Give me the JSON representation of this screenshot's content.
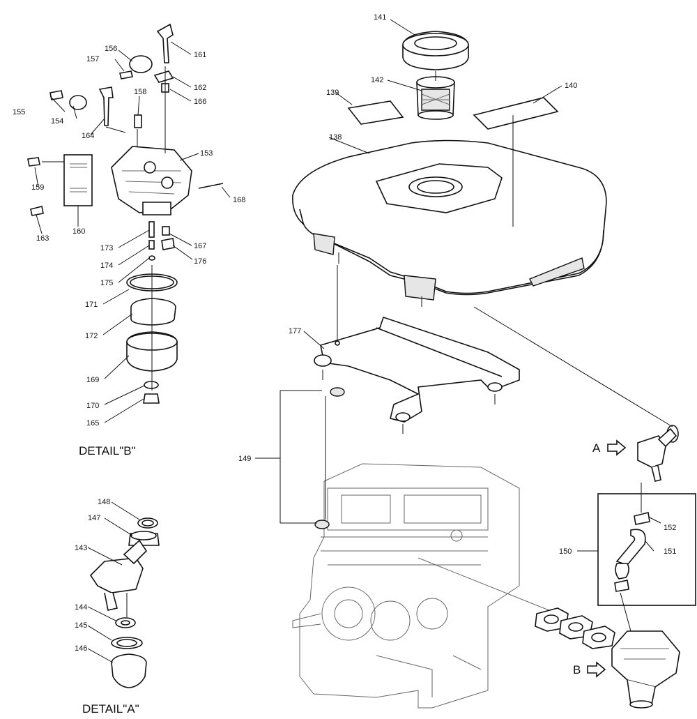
{
  "details": {
    "b_title": "DETAIL\"B\"",
    "a_title": "DETAIL\"A\"",
    "arrow_a": "A",
    "arrow_b": "B"
  },
  "labels": {
    "p138": "138",
    "p139": "139",
    "p140": "140",
    "p141": "141",
    "p142": "142",
    "p143": "143",
    "p144": "144",
    "p145": "145",
    "p146": "146",
    "p147": "147",
    "p148": "148",
    "p149": "149",
    "p150": "150",
    "p151": "151",
    "p152": "152",
    "p153": "153",
    "p154": "154",
    "p155": "155",
    "p156": "156",
    "p157": "157",
    "p158": "158",
    "p159": "159",
    "p160": "160",
    "p161": "161",
    "p162": "162",
    "p163": "163",
    "p164": "164",
    "p165": "165",
    "p166": "166",
    "p167": "167",
    "p168": "168",
    "p169": "169",
    "p170": "170",
    "p171": "171",
    "p172": "172",
    "p173": "173",
    "p174": "174",
    "p175": "175",
    "p176": "176",
    "p177": "177"
  }
}
